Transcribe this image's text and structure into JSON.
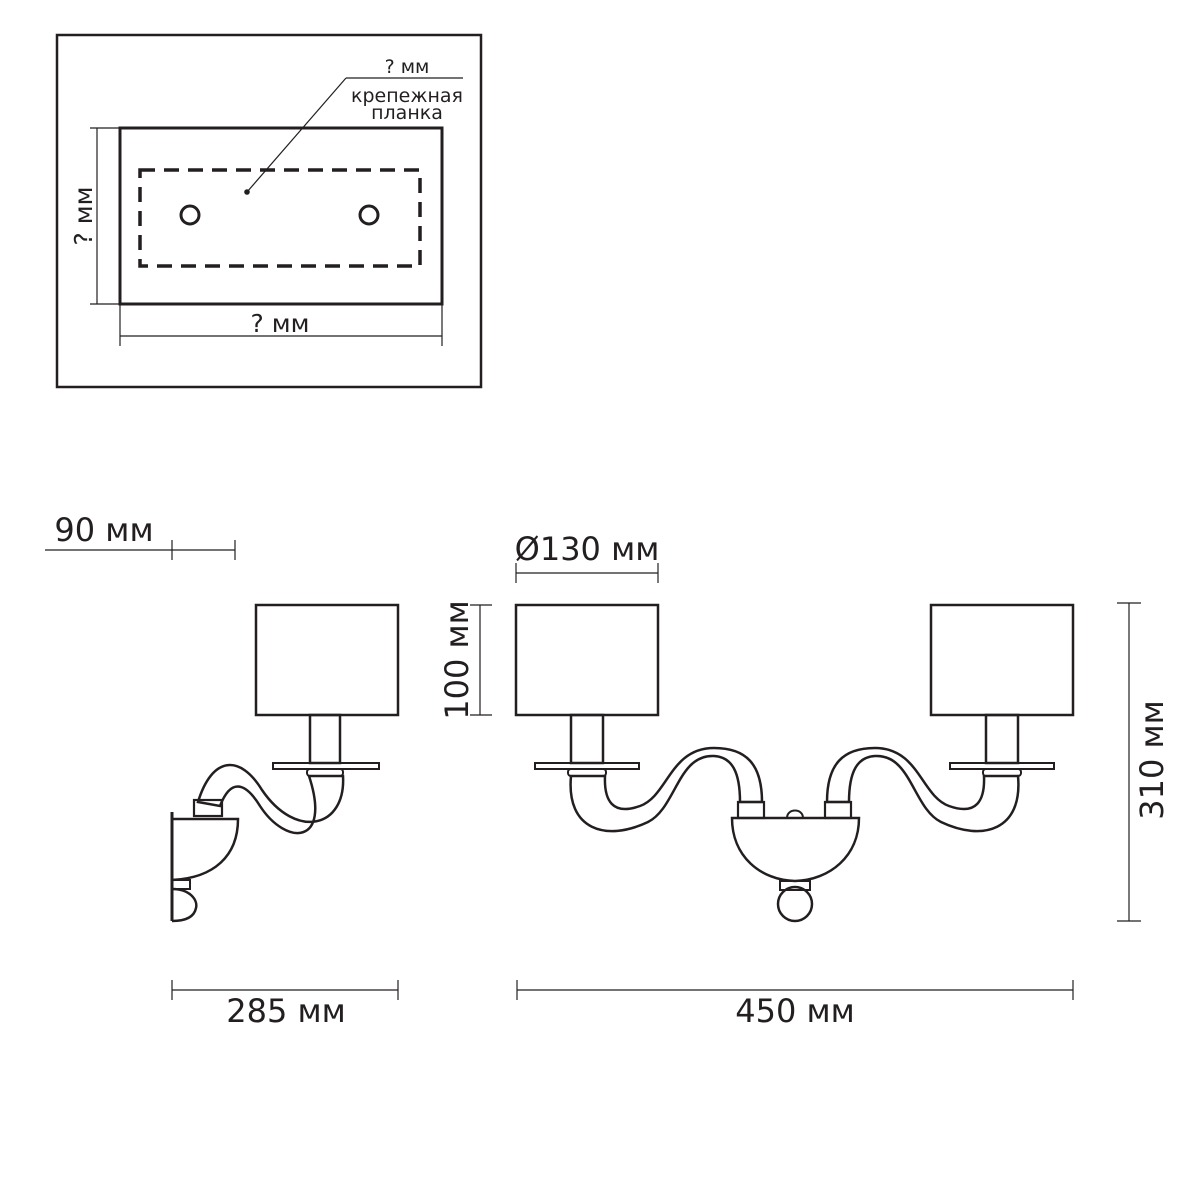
{
  "mount_plate": {
    "top_dimension": "? мм",
    "label": "крепежная планка",
    "height_dimension": "? мм",
    "width_dimension": "? мм"
  },
  "lamp": {
    "depth_offset": "90 мм",
    "shade_diameter": "Ø130 мм",
    "shade_height": "100 мм",
    "total_height": "310 мм",
    "side_width": "285 мм",
    "front_width": "450 мм"
  },
  "colors": {
    "line": "#231f20",
    "background": "#ffffff"
  }
}
